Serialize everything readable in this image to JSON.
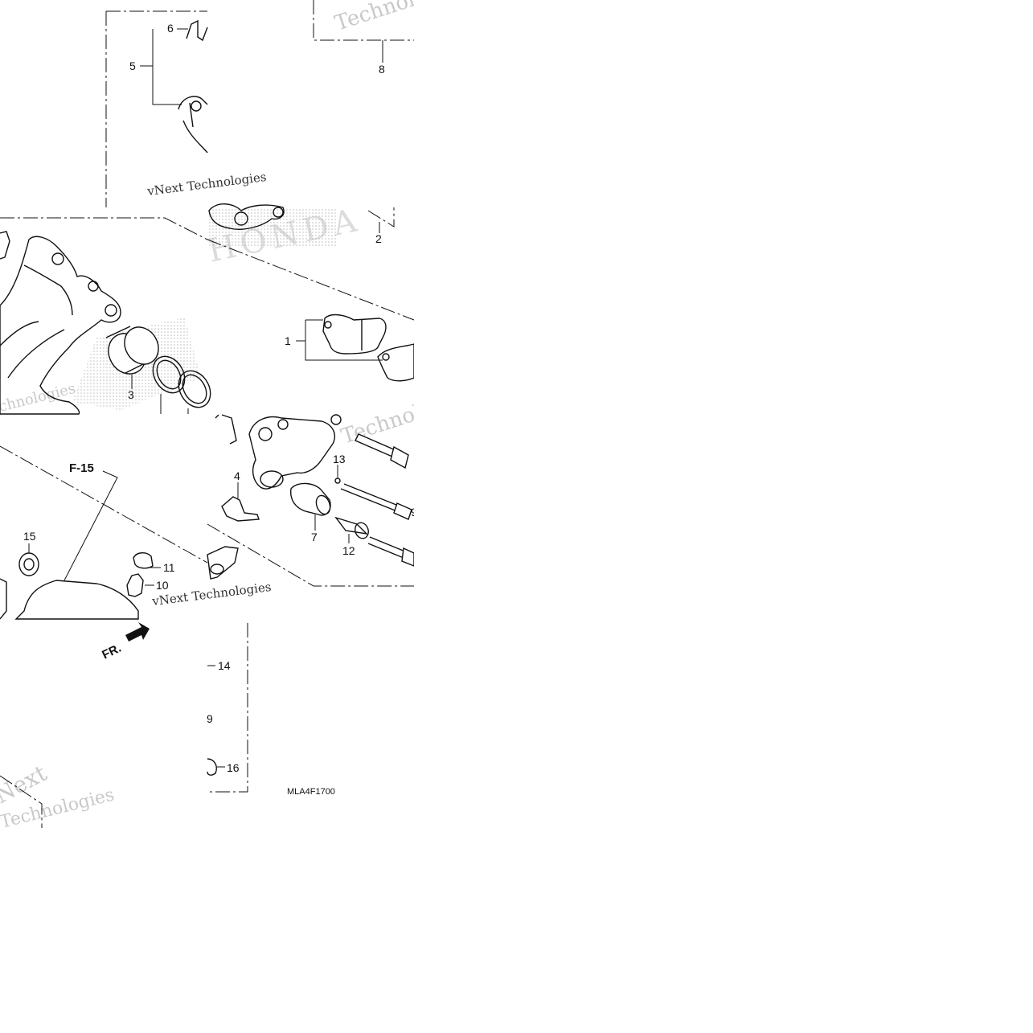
{
  "diagram": {
    "drawing_code": "MLA4F1700",
    "reference_label": "F-15",
    "direction_label": "FR.",
    "callouts": [
      "1",
      "2",
      "3",
      "4",
      "5",
      "6",
      "7",
      "8",
      "9",
      "10",
      "11",
      "12",
      "13",
      "14",
      "15",
      "16"
    ],
    "watermarks": {
      "tech_top": "Technologies",
      "tech_mid_right": "Technologies",
      "vnext_upper": "vNext Technologies",
      "vnext_lower": "vNext Technologies",
      "next_lower_left": "Next",
      "tech_lower_left": "Technologies",
      "tech_left_fragment": "chnologies",
      "brand_faint": "HONDA"
    }
  }
}
